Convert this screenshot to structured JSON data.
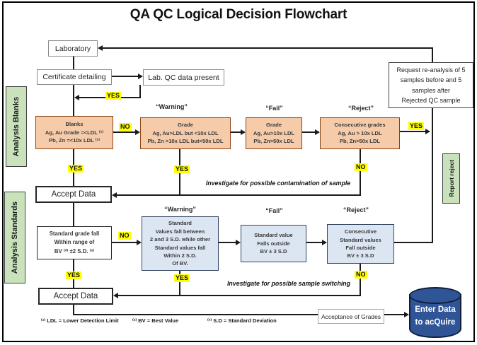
{
  "title": "QA QC Logical Decision Flowchart",
  "side_labels": {
    "blanks": "Analysis Blanks",
    "standards": "Analysis Standards",
    "report_reject": "Report reject"
  },
  "stage_labels": {
    "warning": "“Warning”",
    "fail": "“Fail”",
    "reject": "“Reject”"
  },
  "edge_labels": {
    "yes": "YES",
    "no": "NO"
  },
  "nodes": {
    "laboratory": {
      "label": "Laboratory"
    },
    "certificate": {
      "label": "Certificate detailing"
    },
    "lab_qc": {
      "label": "Lab. QC data present"
    },
    "blanks": {
      "lines": [
        "Blanks",
        "Ag, Au Grade =<LDL ⁽¹⁾",
        "Pb, Zn =<10x LDL ⁽¹⁾"
      ]
    },
    "grade_warning": {
      "lines": [
        "Grade",
        "Ag, Au>LDL but <10x LDL",
        "Pb, Zn >10x LDL but<50x LDL"
      ]
    },
    "grade_fail": {
      "lines": [
        "Grade",
        "Ag, Au>10x LDL",
        "Pb, Zn>50x LDL"
      ]
    },
    "grade_reject": {
      "lines": [
        "Consecutive grades",
        "Ag, Au > 10x LDL",
        "Pb, Zn>50x LDL"
      ]
    },
    "request_reanalysis": {
      "lines": [
        "Request re-analysis of 5",
        "samples before and 5",
        "samples after",
        "Rejected QC sample"
      ]
    },
    "accept_data_top": {
      "label": "Accept Data"
    },
    "standard_check": {
      "lines": [
        "Standard grade fall",
        "Within range of",
        "BV ⁽²⁾ ±2 S.D. ⁽³⁾"
      ]
    },
    "standard_warning": {
      "lines": [
        "Standard",
        "Values fall between",
        "2 and 3 S.D. while other",
        "Standard values fall",
        "Within 2 S.D.",
        "Of BV."
      ]
    },
    "standard_fail": {
      "lines": [
        "Standard value",
        "Falls outside",
        "BV ± 3 S.D"
      ]
    },
    "standard_reject": {
      "lines": [
        "Consecutive",
        "Standard values",
        "Fall outside",
        "BV ± 3 S.D"
      ]
    },
    "accept_data_bottom": {
      "label": "Accept Data"
    },
    "acceptance_of_grades": {
      "label": "Acceptance of Grades"
    },
    "database": {
      "lines": [
        "Enter Data",
        "to acQuire"
      ]
    }
  },
  "notes": {
    "contamination": "Investigate for possible contamination of sample",
    "switching": "Investigate for possible sample switching"
  },
  "footnotes": [
    "⁽¹⁾ LDL = Lower Detection Limit",
    "⁽²⁾ BV = Best Value",
    "⁽³⁾ S.D = Standard Deviation"
  ],
  "colors": {
    "blank_box": "#F5CBAA",
    "standard_box": "#DCE6F2",
    "section_label": "#C9E2BB",
    "decision_highlight": "#FFFF00",
    "database": "#2F5597",
    "box_border_orange": "#8C4516",
    "box_border_blue": "#31445F"
  }
}
